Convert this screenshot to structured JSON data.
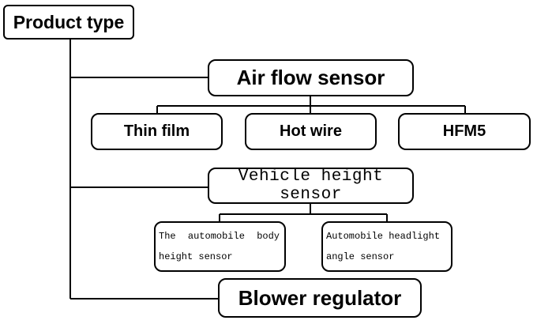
{
  "nodes": {
    "product_type": "Product type",
    "air_flow_sensor": "Air flow sensor",
    "thin_film": "Thin film",
    "hot_wire": "Hot wire",
    "hfm5": "HFM5",
    "vehicle_height_sensor": "Vehicle height sensor",
    "body_height_sensor": "The automobile body height sensor",
    "headlight_angle_sensor": "Automobile headlight angle sensor",
    "blower_regulator": "Blower regulator"
  },
  "colors": {
    "line": "#000000",
    "box_border": "#000000",
    "background": "#ffffff",
    "text": "#000000"
  }
}
